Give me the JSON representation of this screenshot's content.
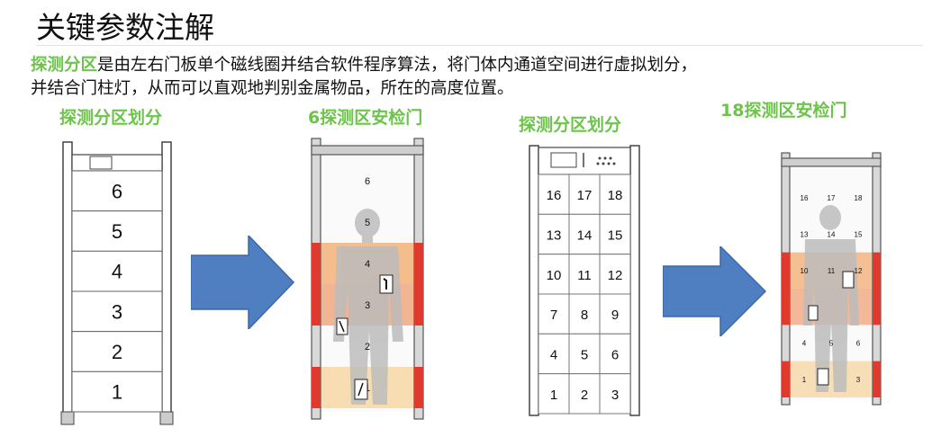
{
  "title": "关键参数注解",
  "description": {
    "highlight": "探测分区",
    "line1_rest": "是由左右门板单个磁线圈并结合软件程序算法，将门体内通道空间进行虚拟划分，",
    "line2": "并结合门柱灯，从而可以直观地判别金属物品，所在的高度位置。"
  },
  "panels": {
    "zone6_caption": "探测分区划分",
    "gate6_caption": "6探测区安检门",
    "zone18_caption": "探测分区划分",
    "gate18_caption": "18探测区安检门"
  },
  "zones6": [
    "6",
    "5",
    "4",
    "3",
    "2",
    "1"
  ],
  "zones18": [
    [
      "16",
      "17",
      "18"
    ],
    [
      "13",
      "14",
      "15"
    ],
    [
      "10",
      "11",
      "12"
    ],
    [
      "7",
      "8",
      "9"
    ],
    [
      "4",
      "5",
      "6"
    ],
    [
      "1",
      "2",
      "3"
    ]
  ],
  "gate6_labels": [
    "6",
    "5",
    "4",
    "3",
    "2",
    "1"
  ],
  "gate18_labels": [
    [
      "16",
      "17",
      "18"
    ],
    [
      "13",
      "14",
      "15"
    ],
    [
      "10",
      "11",
      "12"
    ],
    [
      "",
      "",
      ""
    ],
    [
      "4",
      "5",
      "6"
    ],
    [
      "1",
      "",
      "3"
    ]
  ],
  "colors": {
    "accent": "#6dc44a",
    "arrow": "#4f7fc0",
    "alarm_red": "#e03a2e",
    "alarm_orange": "#f5b574"
  }
}
